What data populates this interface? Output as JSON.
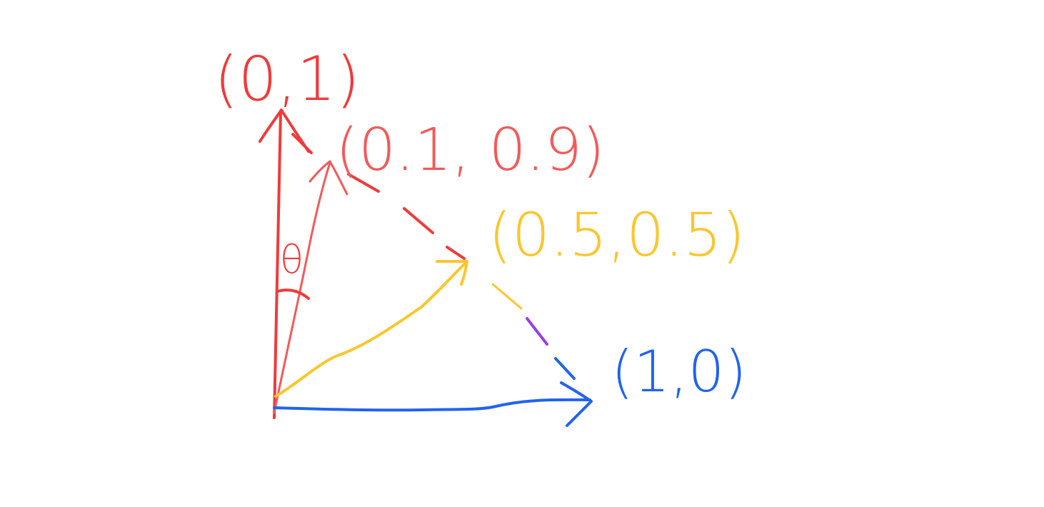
{
  "colors": {
    "red": "#f03a3a",
    "salmon": "#f25a5a",
    "yellow": "#fbc62d",
    "blue": "#2163ee",
    "purple": "#9a3de6",
    "background": "#ffffff"
  },
  "vectors": [
    {
      "id": "vec-0-1",
      "label": "(0,1)",
      "color": "red"
    },
    {
      "id": "vec-01-09",
      "label": "(0.1, 0.9)",
      "color": "salmon"
    },
    {
      "id": "vec-05-05",
      "label": "(0.5,0.5)",
      "color": "yellow"
    },
    {
      "id": "vec-1-0",
      "label": "(1,0)",
      "color": "blue"
    }
  ],
  "angle": {
    "label": "θ",
    "color": "red"
  }
}
